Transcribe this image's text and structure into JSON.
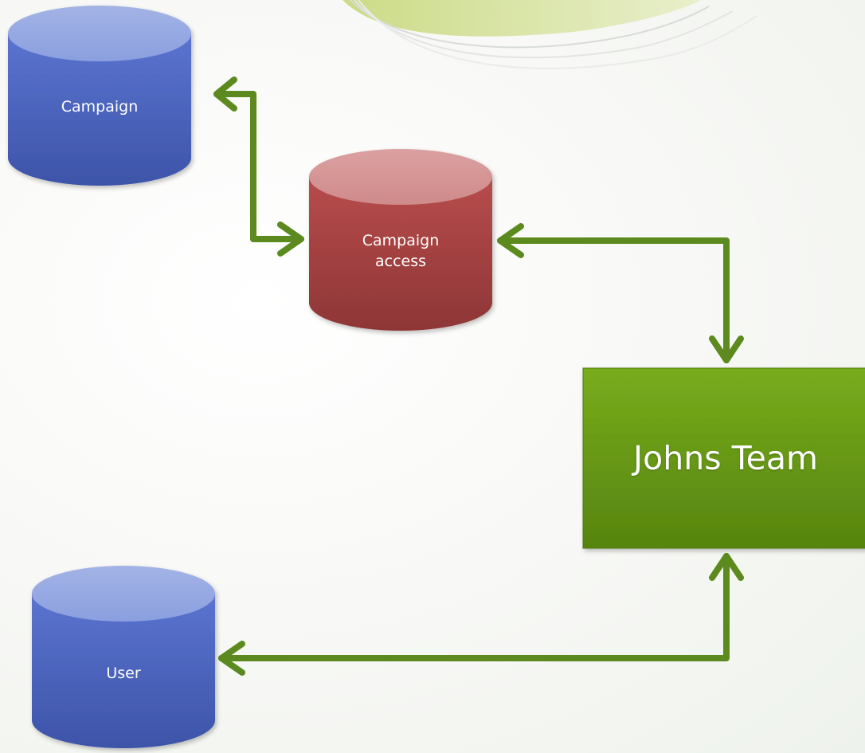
{
  "diagram": {
    "nodes": {
      "campaign": {
        "label": "Campaign",
        "shape": "database-cylinder",
        "color": "#4a62c2"
      },
      "campaign_access": {
        "label": "Campaign\naccess",
        "shape": "database-cylinder",
        "color": "#b04848"
      },
      "user": {
        "label": "User",
        "shape": "database-cylinder",
        "color": "#4a62c2"
      },
      "johns_team": {
        "label": "Johns Team",
        "shape": "box",
        "color": "#5e9414"
      }
    },
    "edges": [
      {
        "from": "campaign",
        "to": "campaign_access",
        "direction": "both"
      },
      {
        "from": "campaign_access",
        "to": "johns_team",
        "direction": "both"
      },
      {
        "from": "johns_team",
        "to": "user",
        "direction": "both"
      }
    ],
    "connector_color": "#5c8a1e"
  }
}
